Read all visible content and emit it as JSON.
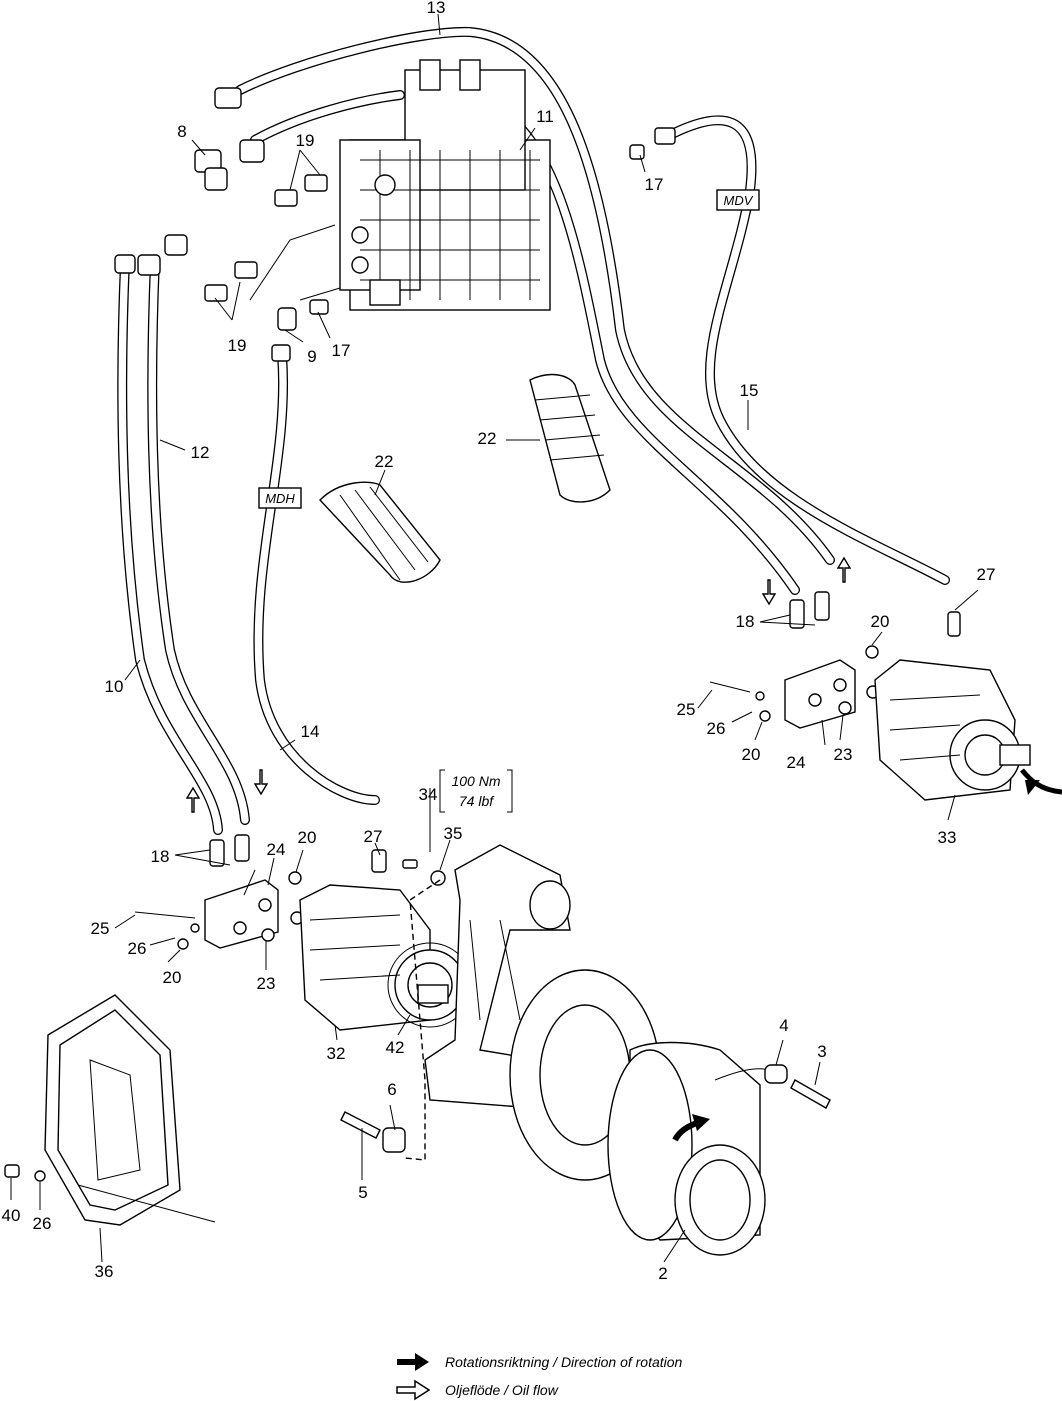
{
  "callouts": {
    "p2": "2",
    "p3": "3",
    "p4": "4",
    "p5": "5",
    "p6": "6",
    "p8": "8",
    "p9": "9",
    "p10": "10",
    "p11": "11",
    "p12": "12",
    "p13": "13",
    "p14": "14",
    "p15": "15",
    "p17a": "17",
    "p17b": "17",
    "p18a": "18",
    "p18b": "18",
    "p19a": "19",
    "p19b": "19",
    "p20a": "20",
    "p20b": "20",
    "p20c": "20",
    "p20d": "20",
    "p22a": "22",
    "p22b": "22",
    "p23a": "23",
    "p23b": "23",
    "p24a": "24",
    "p24b": "24",
    "p25a": "25",
    "p25b": "25",
    "p26a": "26",
    "p26b": "26",
    "p26c": "26",
    "p27a": "27",
    "p27b": "27",
    "p32": "32",
    "p33": "33",
    "p34": "34",
    "p35": "35",
    "p36": "36",
    "p40": "40",
    "p42": "42"
  },
  "hose_tags": {
    "mdv": "MDV",
    "mdh": "MDH"
  },
  "torque": {
    "metric": "100 Nm",
    "imperial": "74 lbf"
  },
  "legend": {
    "rotation": "Rotationsriktning / Direction of rotation",
    "oil_flow": "Oljeflöde / Oil flow"
  }
}
